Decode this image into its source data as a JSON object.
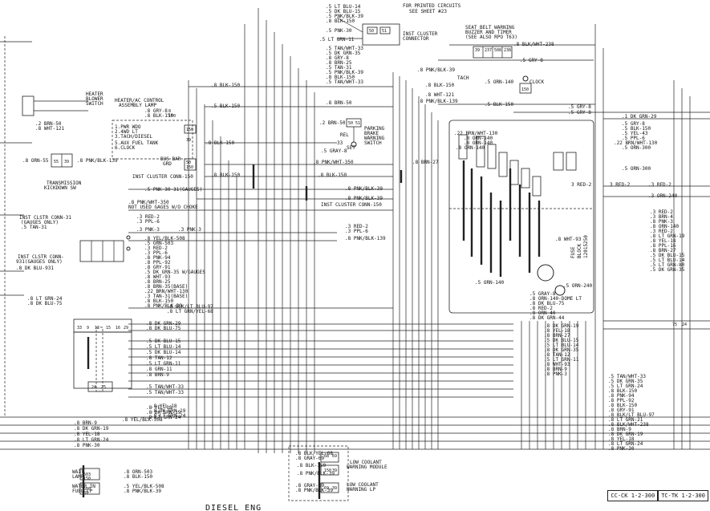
{
  "notes": {
    "printed_circuits": "FOR PRINTED CIRCUITS",
    "see_sheet": "SEE SHEET #23",
    "inst_cluster_connector": [
      "INST CLUSTER",
      "CONNECTOR"
    ],
    "seat_belt": [
      "SEAT BELT WARNING",
      "BUZZER AND TIMER",
      "(SEE ALSO RPO T63)"
    ],
    "tach": "TACH",
    "clock": "CLOCK",
    "heater_blower": [
      "HEATER",
      "BLOWER",
      "SWITCH"
    ],
    "heater_ac": [
      "HEATER/AC CONTROL",
      "ASSEMBLY LAMP"
    ],
    "options": [
      "1.PWR WDO",
      "2.4WD LT",
      "3.TACH/DIESEL",
      "5.AUX FUEL TANK",
      "6.CLOCK"
    ],
    "bus_bar": [
      "BUS BAR",
      "GRD"
    ],
    "parking_brake": [
      "PARKING",
      "BRAKE",
      "WARNING",
      "SWITCH"
    ],
    "rel": "REL",
    "set": "SET",
    "transmission": [
      "TRANSMISSION",
      "KICKDOWN SW"
    ],
    "inst_cluster_conn_top": "INST CLUSTER CONN-150",
    "inst_cluster_conn_mid": "INST CLUSTER CONN-150",
    "not_used": "NOT USED GAGES W/O CHOKE",
    "gages_opt": ".5 PNK-30-31(GAUGES)",
    "inst_clstr_31": [
      "INST CLSTR CONN-31",
      "(GAUGES ONLY)"
    ],
    "inst_clstr_931": [
      "INST CLSTR CONN-",
      "931(GAUGES ONLY)"
    ],
    "fuse_block": [
      "FUSE",
      "BLOCK",
      "12015250"
    ],
    "wait_lamp": [
      "WAIT",
      "LAMP"
    ],
    "water_in_fuel": [
      "WATER IN",
      "FUEL LP"
    ],
    "low_coolant_module": [
      "LOW COOLANT",
      "WARNING MODULE"
    ],
    "low_coolant_lp": [
      "LOW COOLANT",
      "WARNING LP"
    ],
    "footer": "DIESEL ENG"
  },
  "wires": {
    "top_cluster": [
      ".5 LT BLU-14",
      ".5 DK BLU-15",
      ".5 PNK/BLK-39",
      ".8 BLK-150"
    ],
    "cluster_b": [
      ".5 PNK-30",
      ".5 LT GRN-11"
    ],
    "cluster_c": [
      ".5 TAN/WHT-33",
      ".5 DK GRN-35",
      ".8 GRY-8",
      ".8 BRN-25",
      ".5 TAN-31",
      ".5 PNK/BLK-39",
      ".8 BLK-150",
      ".5 TAN/WHT-33"
    ],
    "seat_belt_blk": ".8 BLK/WHT-238",
    "seat_belt_gry": ".5 GRY-8",
    "tach_wires": [
      ".8 PNK/BLK-39",
      ".8 BLK-150",
      ".8 WHT-121",
      ".8 PNK/BLK-139"
    ],
    "clock_wires": [
      ".5 ORN-140",
      ".5 BLK-150"
    ],
    "blk150_mid": ".8 BLK-150",
    "heater_wires": [
      ".2 BRN-50",
      ".8 WHT-121"
    ],
    "heater_ac_wires": [
      ".8 GRY-8",
      ".8 BLK-150"
    ],
    "blk150_ac": ".5 BLK-150",
    "brn50": ".8 BRN-50",
    "brn50_pb": ".2 BRN-50",
    "gray8": ".5 GRAY-8",
    "orn55": ".8 ORN-55",
    "pnkblk139": ".8 PNK/BLK-139",
    "blk150_left": ".8 BLK-150",
    "pnkwht350_a": ".8 PNK/WHT-350",
    "pnkwht350_b": ".8 PNK/WHT-350",
    "brn27": ".8 BRN-27",
    "blk150_pair": [
      ".8 BLK-150",
      ".8 BLK-150"
    ],
    "pnkblk39_pair": [
      ".8 PNK/BLK-39",
      ".8 PNK/BLK-39"
    ],
    "tan31": ".5 TAN-31",
    "red_ppl": [
      ".3 RED-2",
      ".3 PPL-6"
    ],
    "red2_pair": [
      ".3 RED-2",
      ".3 PPL-6"
    ],
    "pnkblk139_b": ".8 PNK/BLK-139",
    "pnk3_pair": [
      ".3 PNK-3",
      ".3 PNK-3"
    ],
    "connector_list": [
      ".8 YEL/BLK-508",
      ".5 GRN-503",
      ".3 RED-2",
      ".3 PPL-6",
      ".8 PNK-94",
      ".8 PPL-92",
      ".8 GRY-91",
      ".5 DK GRN-35 W/GAUGES",
      ".8 WHT-93",
      ".8 BRN-25",
      ".8 BRN-35(BASE)",
      ".22 BRN/WHT-130",
      ".3 TAN-31(BASE)",
      ".8 BLK-150",
      ".8 PNK/BLK-39"
    ],
    "dk_blu_931": ".8 DK BLU-931",
    "lt_grn_pair": [
      ".8 LT GRN-24",
      ".8 DK BLU-75"
    ],
    "blk_lt_blu": [
      ".8 BLK/LT BLU-97",
      ".8 LT GRN/YEL-68"
    ],
    "dk_grn_list": [
      ".8 DK GRN-29",
      ".8 DK BLU-75"
    ],
    "block_list": [
      ".5 DK BLU-15",
      ".5 LT BLU-14",
      ".5 DK BLU-14",
      ".8 TAN-12",
      ".5 LT GRN-11",
      ".8 GRN-11",
      ".8 BRN-9"
    ],
    "tan_wht_pair": [
      ".5 TAN/WHT-33",
      ".5 TAN/WHT-33"
    ],
    "fuse_list": [
      ".5 GRAY-8",
      ".8 ORN-140-DOME LT",
      ".8 DK BLU-75",
      ".8 RED-2",
      ".8 ORN-40",
      ".8 DK GRN-44"
    ],
    "orn140": ".5 ORN-140",
    "fuse_right": [
      ".8 DK GRN-19",
      ".8 YEL-18",
      ".8 BRN-27",
      ".5 DK BLU-15",
      ".5 LT BLU-14",
      ".8 DK GRN-35",
      ".8 TAN-12",
      ".5 LT GRN-11",
      ".8 WHT-93",
      ".8 BRN-9",
      ".8 PNK-3"
    ],
    "fuse_top": [
      ".22 BRN/WHT-130",
      ".8 ORN-140",
      ".8 ORN-140",
      ".8 ORN-140"
    ],
    "wht93": ".8 WHT-93",
    "red2_fb": "3 RED-2",
    "orn240": ".5 ORN-240",
    "yel18_pair": [
      ".8 YEL-18",
      ".8 DK GRN-19",
      ".8 LT GRN-24"
    ],
    "gry_right": [
      ".5 GRY-8",
      ".5 GRY-8"
    ],
    "right_top": [
      ".1 DK GRN-29",
      ".5 GRY-8",
      ".5 BLK-150",
      ".5 YEL-43",
      ".5 PPL-6",
      ".22 BRN/WHT-130",
      ".5 ORN-300",
      ".5 ORN-300"
    ],
    "right_mid": [
      "3 RED-2",
      ".3 RED-2",
      ".3 ORN-240"
    ],
    "right_list": [
      ".3 RED-2",
      ".3 BRN-4",
      ".8 PNK-3",
      ".8 ORN-140",
      ".3 RED-2",
      ".8 LT GRN-19",
      ".8 YEL-18",
      ".8 PPL-16",
      ".8 BRN-27",
      ".5 DK BLU-15",
      ".5 LT BLU-14",
      ".5 LT GRN-80",
      ".5 DK GRN-35"
    ],
    "bottom_right": [
      ".5 TAN/WHT-33",
      ".5 DK GRN-35",
      ".5 LT GRN-24",
      ".8 BLK-150",
      ".8 PNK-94",
      ".8 PPL-92",
      ".8 BLK-150",
      ".8 GRY-91",
      ".8 BLK/LT BLU-97",
      ".8 LT GRN-21",
      ".8 BLK/WHT-238",
      ".8 BRN-9",
      ".8 DK GRN-19",
      ".8 YEL-18",
      ".8 LT GRN-24",
      ".8 PNK-30"
    ],
    "bottom_left": [
      ".8 BRN-9",
      ".8 DK GRN-19",
      ".8 YEL-18",
      ".8 LT GRN-24",
      ".8 PNK-30"
    ],
    "bottom_left2": [
      ".8 YEL-18",
      ".8 DK GRN-19",
      ".8 LT GRN-24"
    ],
    "bottom_yel": ".8 YEL/BLK-508",
    "wait_wires": [
      ".8 ORN-503",
      ".8 BLK-150"
    ],
    "water_wires": [
      ".5 YEL/BLK-508",
      ".8 PNK/BLK-39"
    ],
    "coolant_a": [
      ".8 BLK/YEL-68",
      ".8 GRAY-69"
    ],
    "coolant_b": [
      ".8 BLK-150",
      ".8 PNK/BLK-39"
    ],
    "coolant_c": [
      ".8 GRAY-69",
      ".8 PNK/BLK-39"
    ]
  },
  "pins": {
    "b_top": [
      "50",
      "51"
    ],
    "pb": [
      "50",
      "51"
    ],
    "set33": "33",
    "trans": [
      "55",
      "39"
    ],
    "conn_row": [
      "33",
      "9",
      "12",
      "15",
      "16",
      "29"
    ],
    "conn_row2": [
      "24",
      "25"
    ],
    "fuse_pins": [
      "39",
      "237",
      "508",
      "238"
    ],
    "wait": [
      "503",
      "150"
    ],
    "water": [
      "508",
      "39"
    ],
    "coolant": [
      "68",
      "69",
      "150",
      "39",
      "69",
      "39"
    ],
    "clock_pin": "150",
    "heater_ac_pins": [
      "8",
      "150"
    ],
    "opt_pins": [
      "150",
      "39"
    ],
    "bb": [
      "50",
      "150"
    ],
    "r_75": [
      "75",
      "24"
    ]
  },
  "sheet": {
    "cc": "CC-CK 1-2-300",
    "tc": "TC-TK 1-2-300"
  }
}
